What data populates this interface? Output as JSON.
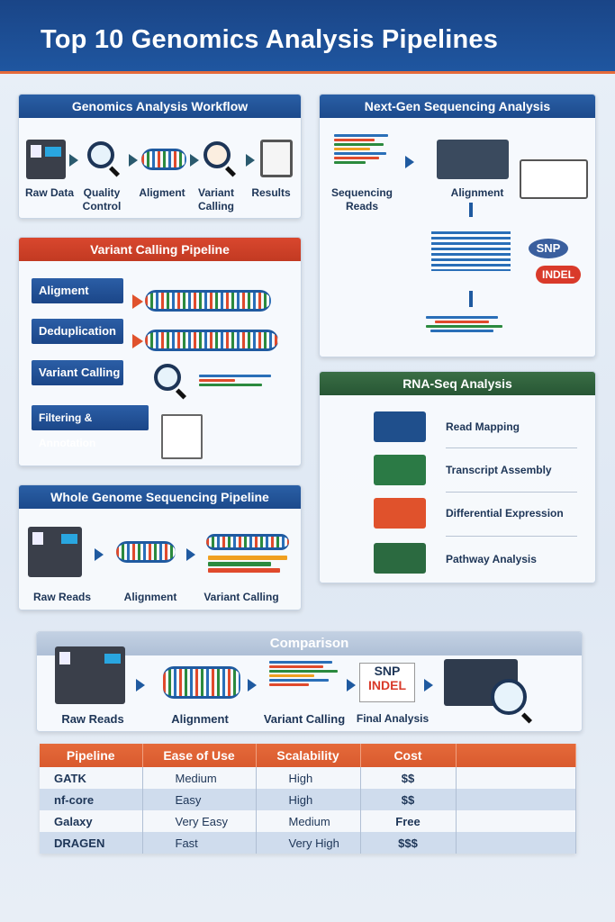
{
  "title": "Top 10 Genomics Analysis Pipelines",
  "workflow": {
    "title": "Genomics Analysis Workflow",
    "steps": [
      "Raw Data",
      "Quality Control",
      "Aligment",
      "Variant Calling",
      "Results"
    ]
  },
  "ngs": {
    "title": "Next-Gen Sequencing Analysis",
    "reads": "Sequencing Reads",
    "alignment": "Alignment",
    "snp": "SNP",
    "indel": "INDEL"
  },
  "variant": {
    "title": "Variant Calling Pipeline",
    "steps": [
      "Aligment",
      "Deduplication",
      "Variant Calling",
      "Filtering & Annotation"
    ]
  },
  "rna": {
    "title": "RNA-Seq Analysis",
    "steps": [
      "Read Mapping",
      "Transcript Assembly",
      "Differential Expression",
      "Pathway Analysis"
    ]
  },
  "wgs": {
    "title": "Whole Genome Sequencing Pipeline",
    "steps": [
      "Raw Reads",
      "Alignment",
      "Variant Calling"
    ]
  },
  "comparison": {
    "title": "Comparison",
    "steps": [
      "Raw Reads",
      "Alignment",
      "Variant Calling",
      "Final Analysis"
    ],
    "snp": "SNP",
    "indel": "INDEL"
  },
  "table": {
    "headers": [
      "Pipeline",
      "Ease of Use",
      "Scalability",
      "Cost",
      ""
    ],
    "rows": [
      [
        "GATK",
        "Medium",
        "High",
        "$$"
      ],
      [
        "nf-core",
        "Easy",
        "High",
        "$$"
      ],
      [
        "Galaxy",
        "Very Easy",
        "Medium",
        "Free"
      ],
      [
        "DRAGEN",
        "Fast",
        "Very High",
        "$$$"
      ]
    ]
  }
}
